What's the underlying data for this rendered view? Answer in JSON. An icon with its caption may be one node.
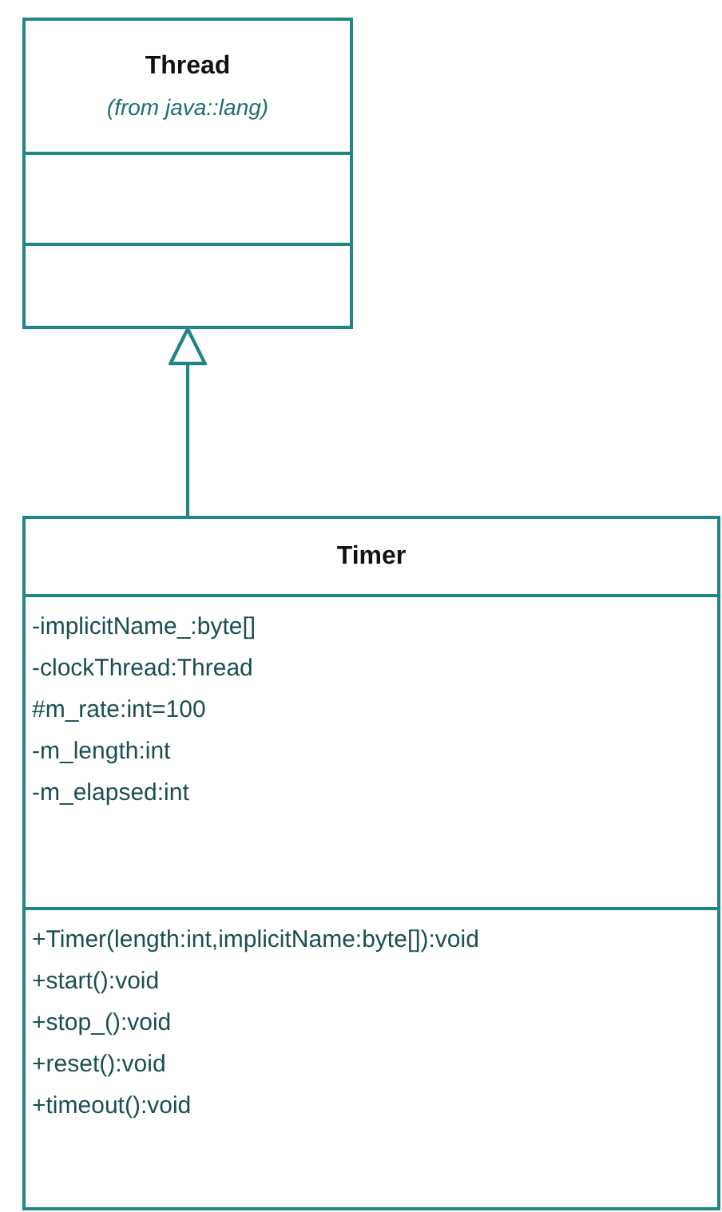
{
  "diagram": {
    "nodes": [
      {
        "text": [
          "Thread",
          "(from java::lang)"
        ]
      },
      {
        "text": [
          "Timer",
          "-implicitName_:byte[]",
          "-clockThread:Thread",
          "#m_rate:int=100",
          "-m_length:int",
          "-m_elapsed:int",
          "+Timer(length:int,implicitName:byte[]):void",
          "+start():void",
          "+stop_():void",
          "+reset():void",
          "+timeout():void"
        ]
      }
    ],
    "edges": [
      {
        "from": 1,
        "to": 0,
        "arrow": "to"
      }
    ]
  }
}
